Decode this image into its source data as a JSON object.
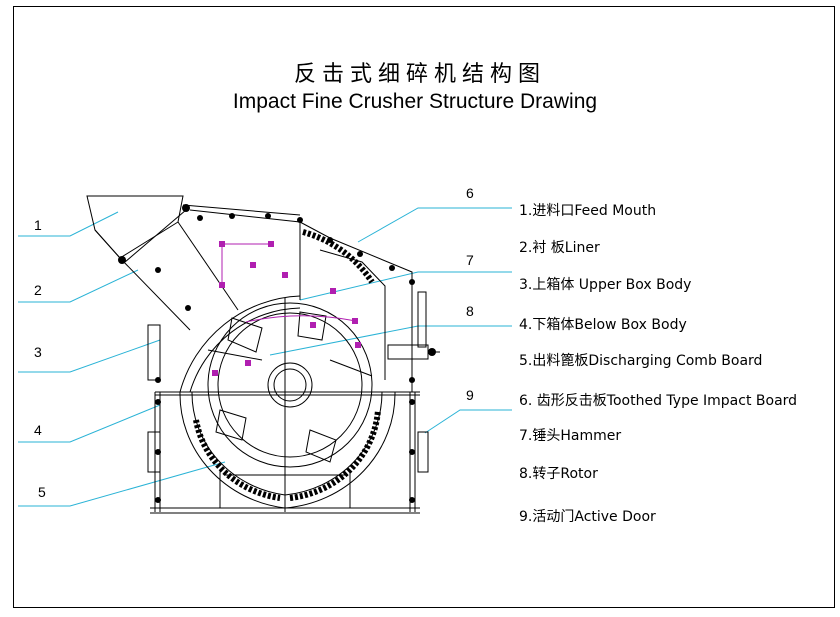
{
  "title_cn": "反击式细碎机结构图",
  "title_en": "Impact Fine Crusher Structure Drawing",
  "legend": [
    {
      "text": "1.进料口Feed Mouth"
    },
    {
      "text": "2.衬  板Liner"
    },
    {
      "text": "3.上箱体  Upper Box Body"
    },
    {
      "text": "4.下箱体Below Box Body"
    },
    {
      "text": "5.出料篦板Discharging Comb Board"
    },
    {
      "text": "6.  齿形反击板Toothed Type Impact Board"
    },
    {
      "text": "7.锤头Hammer"
    },
    {
      "text": "8.转子Rotor"
    },
    {
      "text": "9.活动门Active Door"
    }
  ],
  "callouts": [
    "1",
    "2",
    "3",
    "4",
    "5",
    "6",
    "7",
    "8",
    "9"
  ],
  "colors": {
    "leader_line": "#2ab3d6",
    "bolt": "#b01fb0",
    "line": "#000000"
  }
}
